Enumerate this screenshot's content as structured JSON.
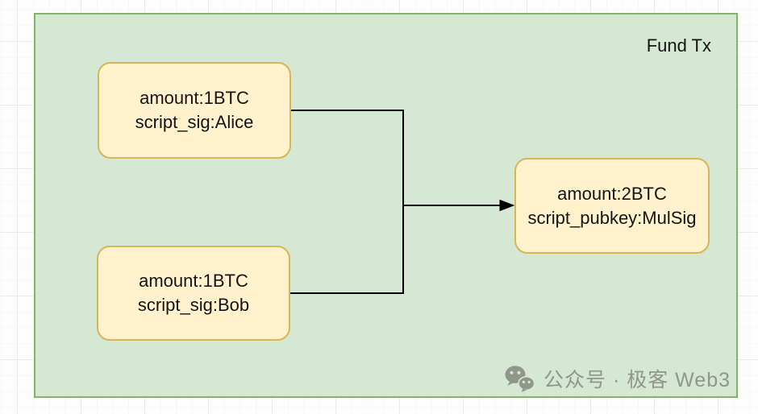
{
  "colors": {
    "page_bg": "#fdfdfd",
    "grid_line": "#eaeaea",
    "grid_line_minor": "#f6f6f6",
    "container_fill": "#d5e8d4",
    "container_border": "#82b366",
    "node_fill": "#fff2cc",
    "node_border": "#d6b656",
    "connector": "#000000",
    "text": "#141414",
    "watermark": "#8a9188"
  },
  "diagram": {
    "title": "Fund Tx",
    "nodes": [
      {
        "id": "input-alice",
        "lines": [
          "amount:1BTC",
          "script_sig:Alice"
        ]
      },
      {
        "id": "input-bob",
        "lines": [
          "amount:1BTC",
          "script_sig:Bob"
        ]
      },
      {
        "id": "output-multisig",
        "lines": [
          "amount:2BTC",
          "script_pubkey:MulSig"
        ]
      }
    ]
  },
  "watermark": {
    "icon": "wechat-icon",
    "text": "公众号 · 极客 Web3"
  }
}
